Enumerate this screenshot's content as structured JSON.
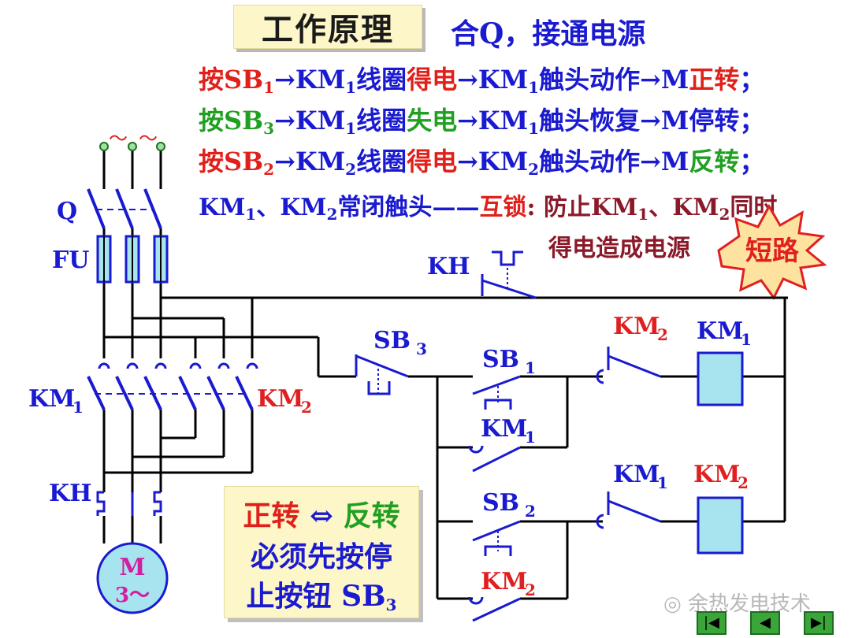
{
  "title": "工作原理",
  "header_line": "合Q，接通电源",
  "lines": [
    {
      "press": "按",
      "btn": "SB",
      "btn_sub": "1",
      "arrow1": "→",
      "coil": "KM",
      "coil_sub": "1",
      "coil_txt": "线圈",
      "state": "得电",
      "arrow2": "→",
      "contact": "KM",
      "contact_sub": "1",
      "action": "触头动作",
      "arrow3": "→M",
      "result": "正转",
      "end": "；"
    },
    {
      "press": "按",
      "btn": "SB",
      "btn_sub": "3",
      "arrow1": "→",
      "coil": "KM",
      "coil_sub": "1",
      "coil_txt": "线圈",
      "state": "失电",
      "arrow2": "→",
      "contact": "KM",
      "contact_sub": "1",
      "action": "触头恢复",
      "arrow3": "→M",
      "result": "停转",
      "end": "；"
    },
    {
      "press": "按",
      "btn": "SB",
      "btn_sub": "2",
      "arrow1": "→",
      "coil": "KM",
      "coil_sub": "2",
      "coil_txt": "线圈",
      "state": "得电",
      "arrow2": "→",
      "contact": "KM",
      "contact_sub": "2",
      "action": "触头动作",
      "arrow3": "→M",
      "result": "反转",
      "end": "；"
    }
  ],
  "interlock": {
    "part1": "KM",
    "sub1": "1",
    "sep": "、",
    "part2": "KM",
    "sub2": "2",
    "text": "常闭触头",
    "dash": "——",
    "keyword": "互锁",
    "colon": ":",
    "reason1": "防止KM",
    "rsub1": "1",
    "rsep": "、",
    "reason2": "KM",
    "rsub2": "2",
    "reason3": "同时",
    "reason4": "得电造成电源",
    "burst": "短路"
  },
  "labels": {
    "Q": "Q",
    "FU": "FU",
    "KM1_left": "KM",
    "KM1_left_sub": "1",
    "KM2_right": "KM",
    "KM2_right_sub": "2",
    "KH_left": "KH",
    "motor_M": "M",
    "motor_3": "3～",
    "tilde": "～",
    "KH_top": "KH",
    "SB3": "SB",
    "SB3_sub": "3",
    "SB1": "SB",
    "SB1_sub": "1",
    "KM1_self": "KM",
    "KM1_self_sub": "1",
    "SB2": "SB",
    "SB2_sub": "2",
    "KM2_self": "KM",
    "KM2_self_sub": "2",
    "KM2_nc": "KM",
    "KM2_nc_sub": "2",
    "KM1_coil": "KM",
    "KM1_coil_sub": "1",
    "KM1_nc": "KM",
    "KM1_nc_sub": "1",
    "KM2_coil": "KM",
    "KM2_coil_sub": "2"
  },
  "note": {
    "line1a": "正转",
    "line1b": "⇔",
    "line1c": "反转",
    "line2": "必须先按停",
    "line3": "止按钮 SB",
    "line3_sub": "3"
  },
  "watermark": "余热发电技术",
  "nav": {
    "first": "|◀",
    "prev": "◀",
    "next": "▶|"
  },
  "colors": {
    "blue": "#1a1ad0",
    "red": "#e0201a",
    "green": "#20a020",
    "coil_fill": "#a8e4f0",
    "note_bg": "#fdf6c8"
  }
}
